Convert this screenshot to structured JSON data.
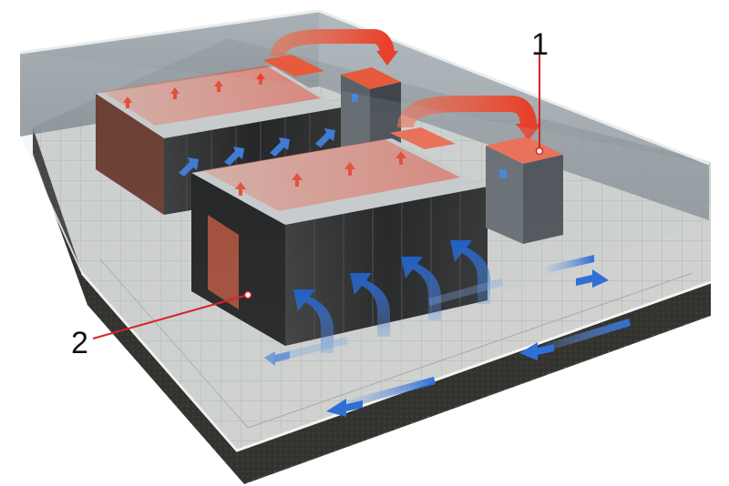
{
  "diagram": {
    "callouts": [
      {
        "label": "1",
        "target": "cooling-unit"
      },
      {
        "label": "2",
        "target": "server-rack-row"
      }
    ]
  },
  "colors": {
    "hot_air": "#e8402a",
    "cold_air": "#2f6fd6",
    "enclosure_glass": "#8d9aa3",
    "rack": "#141414",
    "floor_tile": "#d9dcd6",
    "callout_line": "#d8232a"
  },
  "icons": {
    "hot_air_arrow": "hot-air-arrow-icon",
    "cold_air_arrow": "cold-air-arrow-icon"
  }
}
